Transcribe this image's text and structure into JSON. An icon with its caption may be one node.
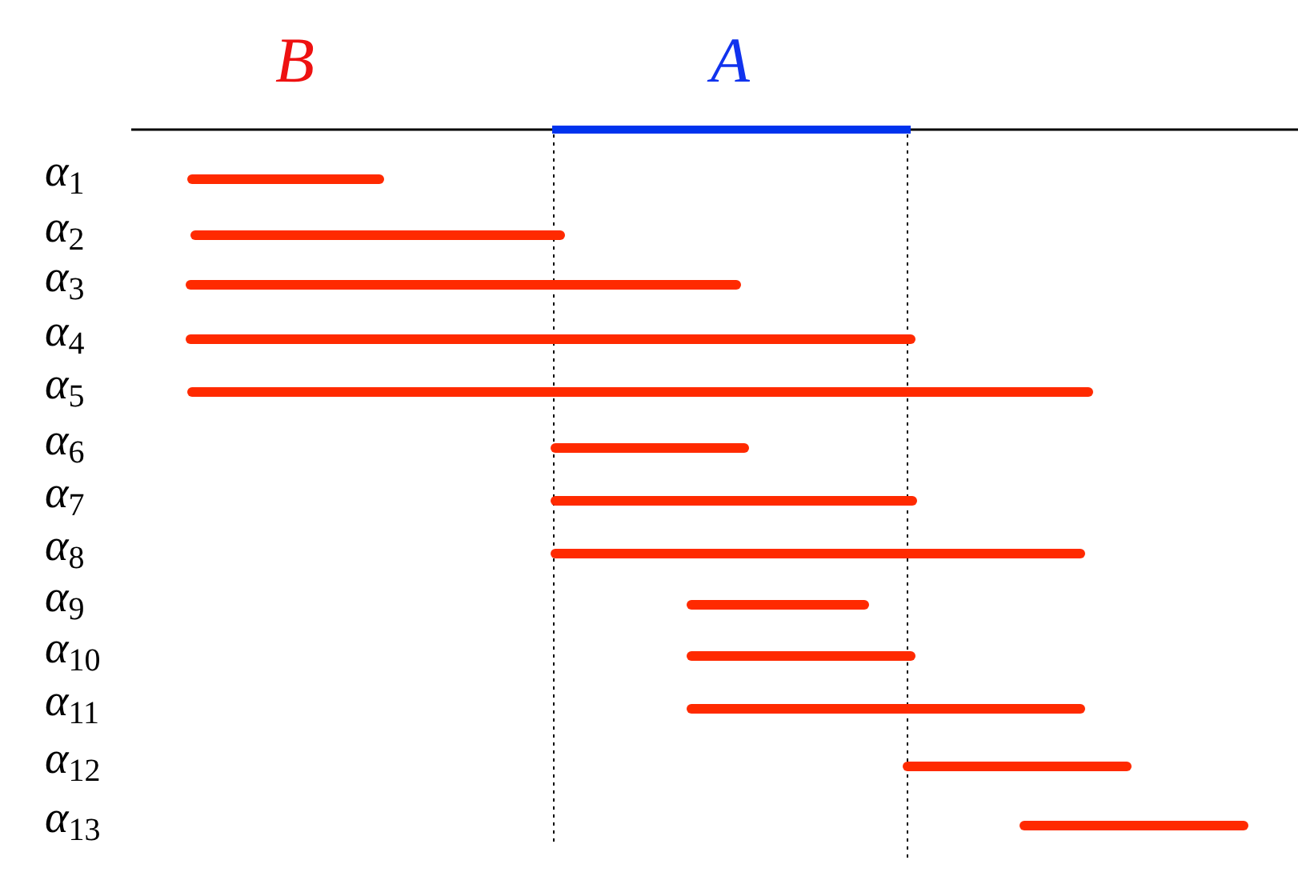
{
  "diagram": {
    "labels": [
      "B",
      "A",
      "α$_{1}$",
      "α$_{2}$",
      "α$_{3}$",
      "α$_{4}$",
      "α$_{5}$",
      "α$_{6}$",
      "α$_{7}$",
      "α$_{8}$",
      "α$_{9}$",
      "α$_{10}$",
      "α$_{11}$",
      "α$_{12}$",
      "α$_{13}$"
    ]
  }
}
